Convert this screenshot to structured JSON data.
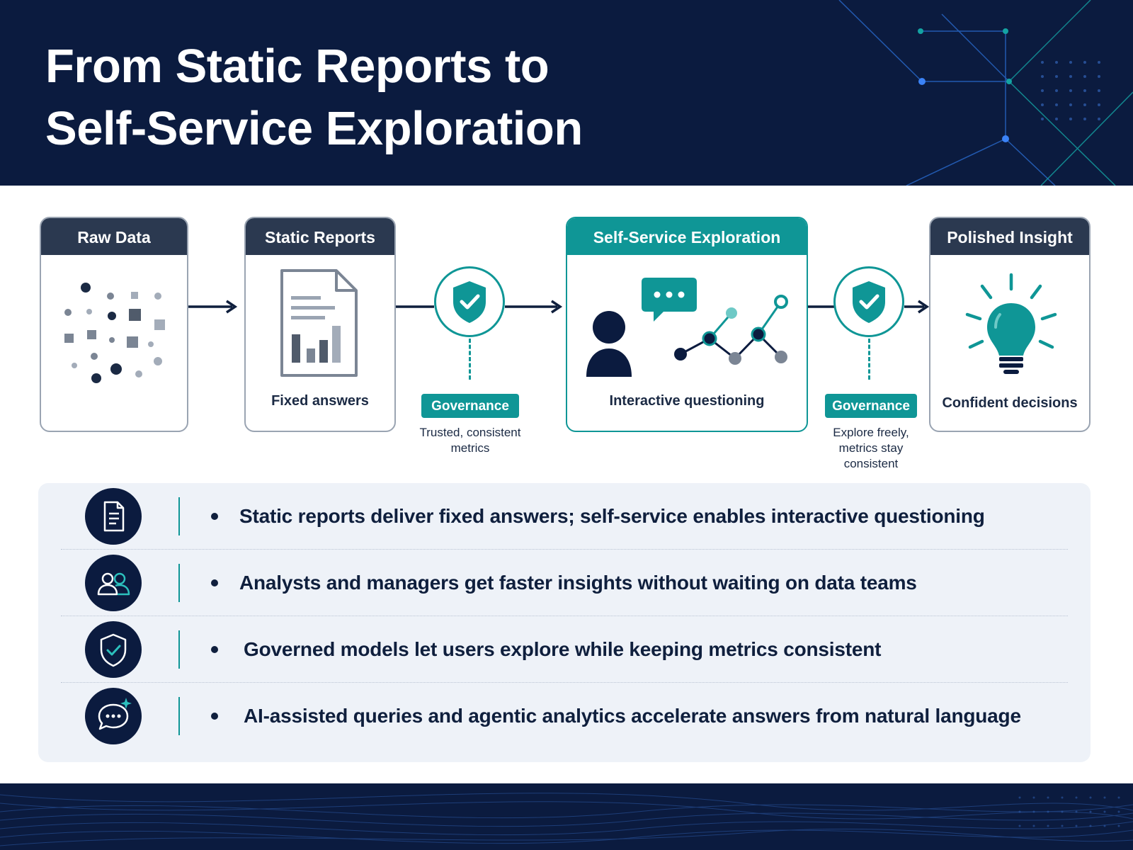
{
  "title": {
    "line1": "From Static Reports to",
    "line2": "Self-Service Exploration"
  },
  "flow": {
    "raw_data": {
      "header": "Raw Data"
    },
    "static_reports": {
      "header": "Static Reports",
      "caption": "Fixed answers"
    },
    "self_service": {
      "header": "Self-Service Exploration",
      "caption": "Interactive questioning"
    },
    "polished_insight": {
      "header": "Polished Insight",
      "caption": "Confident decisions"
    },
    "governance_1": {
      "badge": "Governance",
      "note_line1": "Trusted, consistent",
      "note_line2": "metrics"
    },
    "governance_2": {
      "badge": "Governance",
      "note_line1": "Explore freely,",
      "note_line2": "metrics stay",
      "note_line3": "consistent"
    }
  },
  "bullets": [
    {
      "icon": "document-icon",
      "text": "Static reports deliver fixed answers; self-service enables interactive questioning"
    },
    {
      "icon": "users-icon",
      "text": "Analysts and managers get faster insights without waiting on data teams"
    },
    {
      "icon": "shield-check-icon",
      "text": "Governed models let users explore while keeping metrics consistent"
    },
    {
      "icon": "ai-chat-icon",
      "text": "AI-assisted queries and agentic analytics accelerate answers from natural language"
    }
  ],
  "colors": {
    "navy": "#0b1b3f",
    "teal": "#0f9696",
    "card_header": "#2b3950",
    "panel": "#eef2f8"
  }
}
